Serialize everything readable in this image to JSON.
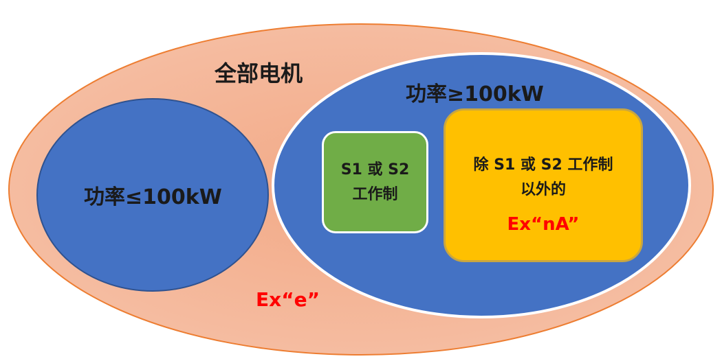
{
  "labels": {
    "all_motors": "全部电机",
    "power_low": "功率≤100kW",
    "power_high": "功率≥100kW",
    "s1s2_line1": "S1 或 S2",
    "s1s2_line2": "工作制",
    "except_line1": "除 S1 或 S2 工作制",
    "except_line2": "以外的",
    "ex_na": "Ex“nA”",
    "ex_e": "Ex“e”"
  },
  "colors": {
    "outer_ellipse": "#f4b183",
    "blue": "#4472c4",
    "green": "#70ad47",
    "yellow": "#ffc000",
    "red_text": "#ff0000"
  }
}
